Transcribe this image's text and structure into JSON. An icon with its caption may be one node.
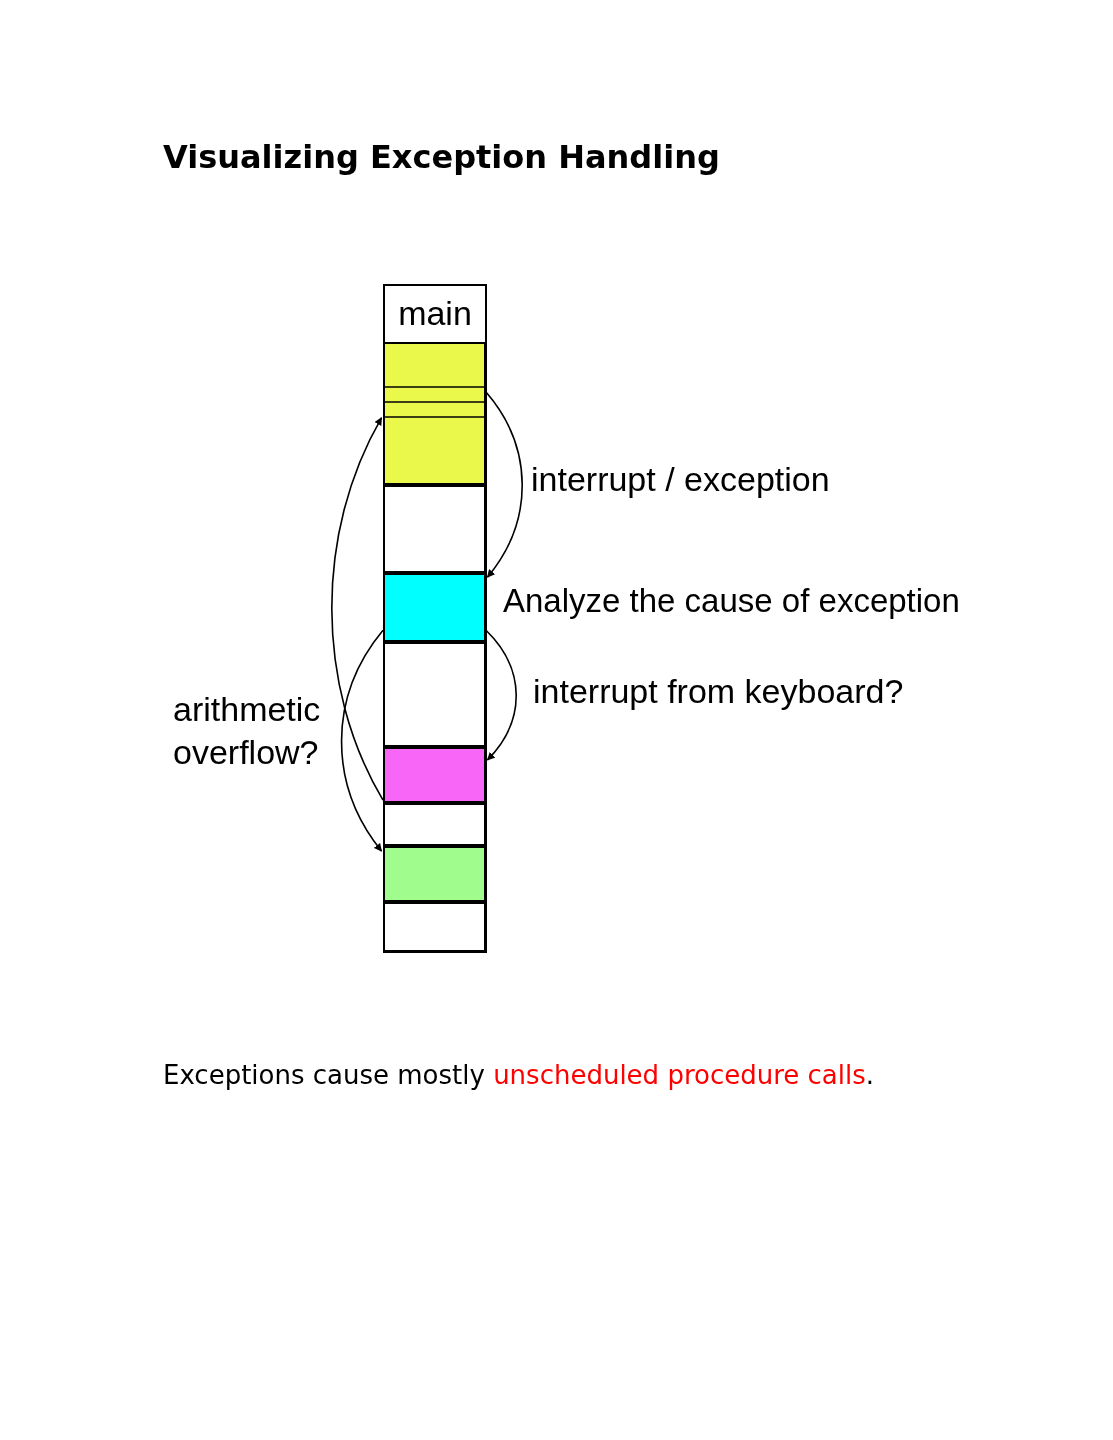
{
  "diagram": {
    "title": "Visualizing Exception Handling",
    "caption": "Exceptions cause mostly *unscheduled procedure calls*.",
    "nodes": [
      {
        "text": [
          "main"
        ]
      },
      {
        "text": [],
        "shape": "box",
        "in": 0
      },
      {
        "text": [],
        "shape": "box",
        "in": 0
      },
      {
        "text": [],
        "shape": "box",
        "in": 0,
        "beside": [
          "Analyze the cause of exception"
        ]
      },
      {
        "text": [],
        "shape": "box",
        "in": 0
      },
      {
        "text": [],
        "shape": "box",
        "in": 0
      },
      {
        "text": [],
        "shape": "box",
        "in": 0
      },
      {
        "text": [],
        "shape": "box",
        "in": 0
      },
      {
        "text": [],
        "shape": "box",
        "in": 0
      }
    ],
    "edges": [
      {
        "from": 1,
        "to": 3,
        "arrow": "to",
        "label": "interrupt / exception"
      },
      {
        "from": 3,
        "to": 5,
        "arrow": "to",
        "label": "interrupt from keyboard?"
      },
      {
        "from": 3,
        "to": 7,
        "arrow": "to",
        "label": "arithmetic overflow?"
      },
      {
        "from": 5,
        "to": 1,
        "arrow": "to"
      }
    ]
  }
}
